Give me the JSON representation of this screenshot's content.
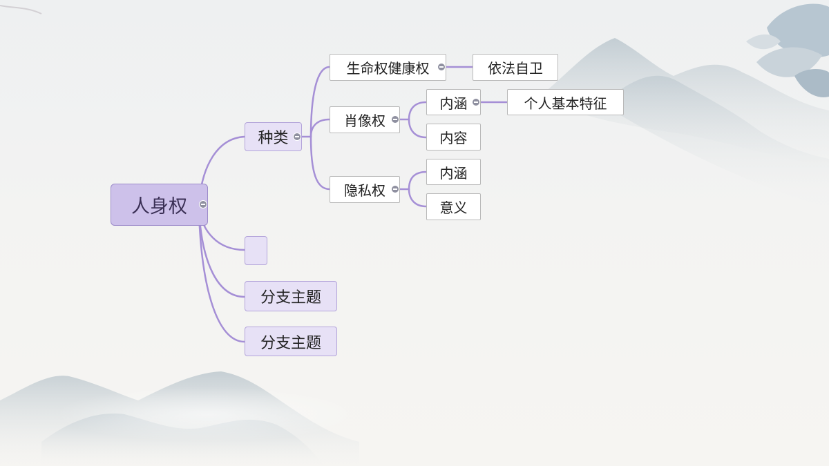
{
  "colors": {
    "connector": "#a58fd6",
    "root_fill": "#cdc1ea",
    "branch_fill": "#e7e1f6",
    "leaf_fill": "#ffffff",
    "collapse_icon": "#8f90a0"
  },
  "mindmap": {
    "root": {
      "label": "人身权"
    },
    "branch_types": {
      "label": "种类"
    },
    "branch_empty": {
      "label": ""
    },
    "branch_sub_1": {
      "label": "分支主题"
    },
    "branch_sub_2": {
      "label": "分支主题"
    },
    "right_life": {
      "label": "生命权健康权"
    },
    "right_life_child": {
      "label": "依法自卫"
    },
    "right_portrait": {
      "label": "肖像权"
    },
    "portrait_connotation": {
      "label": "内涵"
    },
    "portrait_connotation_child": {
      "label": "个人基本特征"
    },
    "portrait_content": {
      "label": "内容"
    },
    "right_privacy": {
      "label": "隐私权"
    },
    "privacy_connotation": {
      "label": "内涵"
    },
    "privacy_meaning": {
      "label": "意义"
    }
  }
}
